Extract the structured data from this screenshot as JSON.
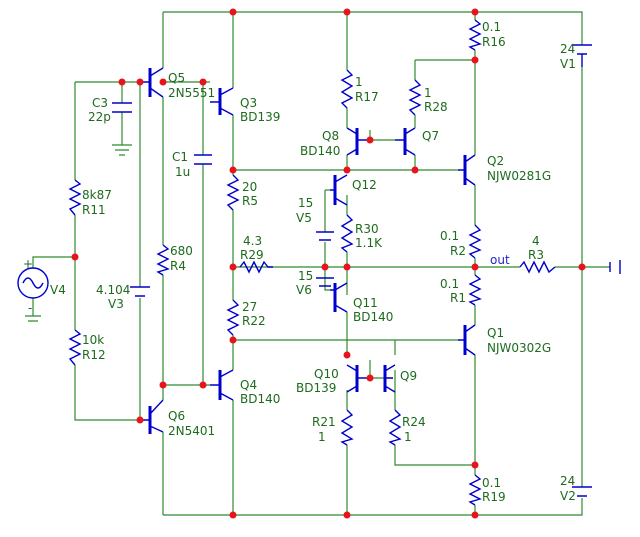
{
  "components": {
    "Q5": {
      "ref": "Q5",
      "part": "2N5551"
    },
    "Q3": {
      "ref": "Q3",
      "part": "BD139"
    },
    "Q4": {
      "ref": "Q4",
      "part": "BD140"
    },
    "Q6": {
      "ref": "Q6",
      "part": "2N5401"
    },
    "Q8": {
      "ref": "Q8",
      "part": "BD140"
    },
    "Q7": {
      "ref": "Q7",
      "part": ""
    },
    "Q12": {
      "ref": "Q12",
      "part": ""
    },
    "Q11": {
      "ref": "Q11",
      "part": "BD140"
    },
    "Q10": {
      "ref": "Q10",
      "part": "BD139"
    },
    "Q9": {
      "ref": "Q9",
      "part": ""
    },
    "Q2": {
      "ref": "Q2",
      "part": "NJW0281G"
    },
    "Q1": {
      "ref": "Q1",
      "part": "NJW0302G"
    },
    "C3": {
      "ref": "C3",
      "value": "22p"
    },
    "C1": {
      "ref": "C1",
      "value": "1u"
    },
    "R11": {
      "ref": "R11",
      "value": "8k87"
    },
    "R12": {
      "ref": "R12",
      "value": "10k"
    },
    "R4": {
      "ref": "R4",
      "value": "680"
    },
    "R5": {
      "ref": "R5",
      "value": "20"
    },
    "R29": {
      "ref": "R29",
      "value": "4.3"
    },
    "R22": {
      "ref": "R22",
      "value": "27"
    },
    "R17": {
      "ref": "R17",
      "value": "1"
    },
    "R28": {
      "ref": "R28",
      "value": "1"
    },
    "R30": {
      "ref": "R30",
      "value": "1.1K"
    },
    "R21": {
      "ref": "R21",
      "value": "1"
    },
    "R24": {
      "ref": "R24",
      "value": "1"
    },
    "R16": {
      "ref": "R16",
      "value": "0.1"
    },
    "R2": {
      "ref": "R2",
      "value": "0.1"
    },
    "R1": {
      "ref": "R1",
      "value": "0.1"
    },
    "R19": {
      "ref": "R19",
      "value": "0.1"
    },
    "R3": {
      "ref": "R3",
      "value": "4"
    },
    "V1": {
      "ref": "V1",
      "value": "24"
    },
    "V2": {
      "ref": "V2",
      "value": "24"
    },
    "V3": {
      "ref": "V3",
      "value": "4.104"
    },
    "V4": {
      "ref": "V4",
      "value": ""
    },
    "V5": {
      "ref": "V5",
      "value": "15"
    },
    "V6": {
      "ref": "V6",
      "value": "15"
    }
  },
  "nets": {
    "out": "out"
  },
  "symbols": {
    "plus": "+",
    "minus": "-"
  },
  "colors": {
    "wire": "#2e8b2e",
    "part": "#0000cc",
    "junction": "#e8141b",
    "label": "#1e6b1e",
    "net_label": "#2222cc"
  }
}
